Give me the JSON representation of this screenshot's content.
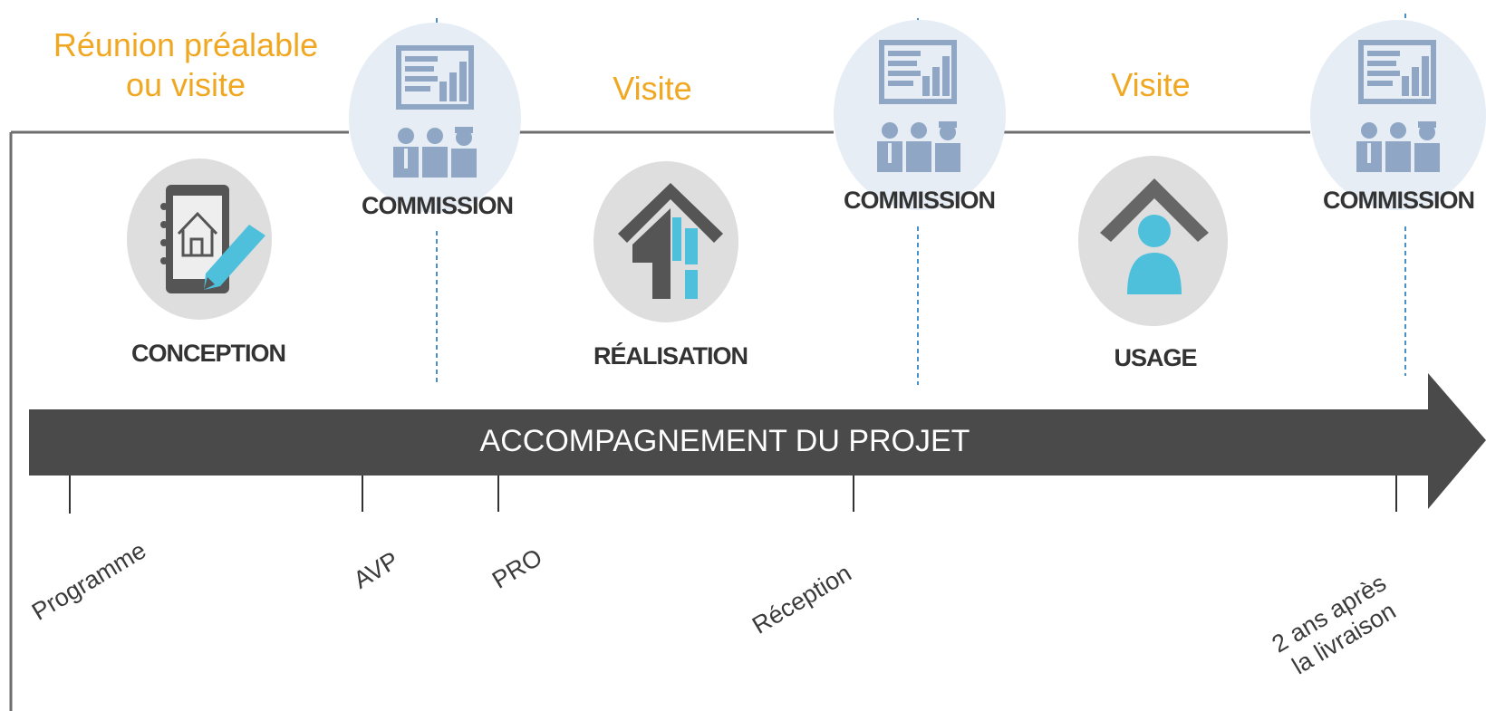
{
  "header": {
    "prep_meeting": "Réunion préalable",
    "prep_meeting_2": "ou visite",
    "visit_1": "Visite",
    "visit_2": "Visite"
  },
  "commissions": [
    "COMMISSION",
    "COMMISSION",
    "COMMISSION"
  ],
  "phases": [
    "CONCEPTION",
    "RÉALISATION",
    "USAGE"
  ],
  "arrow_label": "ACCOMPAGNEMENT DU PROJET",
  "milestones": [
    "Programme",
    "AVP",
    "PRO",
    "Réception",
    "2 ans après",
    "la livraison"
  ],
  "colors": {
    "accent_orange": "#f0a722",
    "arrow_dark": "#4a4a4a",
    "icon_blue": "#8fa6c4",
    "icon_cyan": "#4ec0dc",
    "dashed_line": "#4a90c8"
  },
  "icons": [
    "report-chart-icon",
    "people-group-icon",
    "tablet-drawing-icon",
    "building-construction-icon",
    "house-person-icon"
  ]
}
